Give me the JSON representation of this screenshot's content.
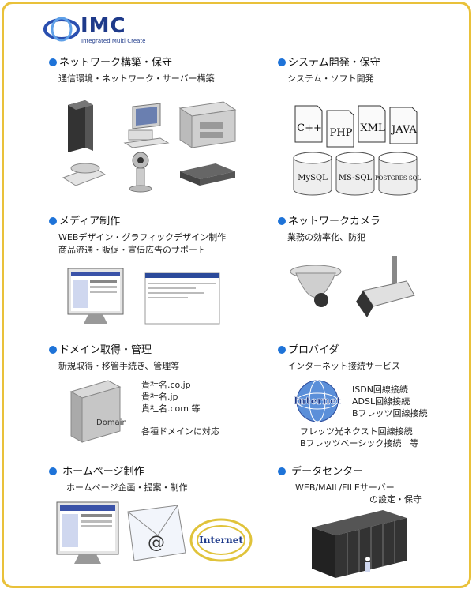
{
  "logo": {
    "name": "IMC",
    "tagline": "Integrated Multi Create"
  },
  "sections": {
    "network": {
      "title": "ネットワーク構築・保守",
      "subtitle": "通信環境・ネットワーク・サーバー構築"
    },
    "system": {
      "title": "システム開発・保守",
      "subtitle": "システム・ソフト開発"
    },
    "media": {
      "title": "メディア制作",
      "subtitle_lines": [
        "WEBデザイン・グラフィックデザイン制作",
        "商品流通・販促・宣伝広告のサポート"
      ]
    },
    "camera": {
      "title": "ネットワークカメラ",
      "subtitle": "業務の効率化、防犯"
    },
    "domain": {
      "title": "ドメイン取得・管理",
      "subtitle": "新規取得・移管手続き、管理等",
      "list": [
        "貴社名.co.jp",
        "貴社名.jp",
        "貴社名.com 等"
      ],
      "note": "各種ドメインに対応"
    },
    "provider": {
      "title": "プロバイダ",
      "subtitle": "インターネット接続サービス",
      "list": [
        "ISDN回線接続",
        "ADSL回線接続",
        "Bフレッツ回線接続"
      ],
      "more": [
        "フレッツ光ネクスト回線接続",
        "Bフレッツベーシック接続　等"
      ]
    },
    "homepage": {
      "title": "ホームページ制作",
      "subtitle": "ホームページ企画・提案・制作"
    },
    "datacenter": {
      "title": "データセンター",
      "subtitle_lines": [
        "WEB/MAIL/FILEサーバー",
        "の設定・保守"
      ]
    }
  },
  "icons": {
    "code_docs": [
      "C++",
      "PHP",
      "XML",
      "JAVA"
    ],
    "databases": [
      "MySQL",
      "MS-SQL",
      "POSTGRES SQL"
    ],
    "internet": "Internet",
    "mail": "@"
  },
  "colors": {
    "accent": "#1e73d8",
    "frame": "#e9c13a",
    "brand": "#1e3a8a"
  }
}
